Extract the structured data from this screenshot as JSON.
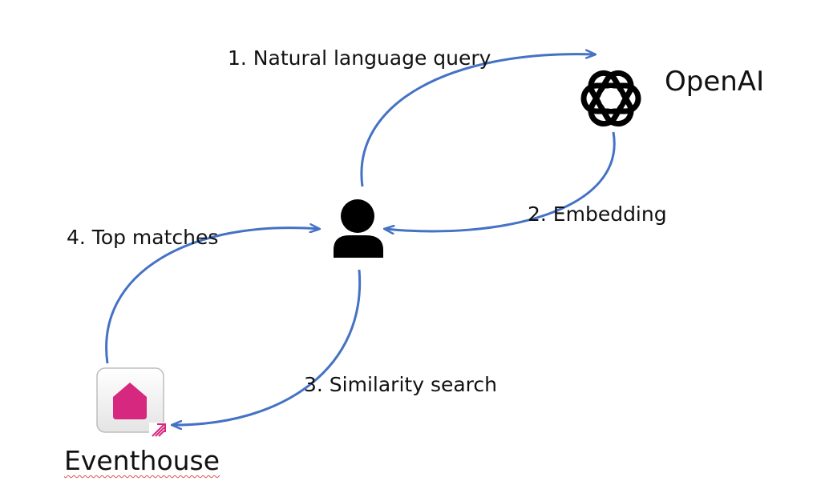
{
  "steps": {
    "query": "1. Natural language query",
    "embedding": "2. Embedding",
    "similarity": "3. Similarity search",
    "matches": "4. Top matches"
  },
  "nodes": {
    "openai": "OpenAI",
    "eventhouse": "Eventhouse"
  },
  "icons": {
    "user": "user-icon",
    "openai": "openai-logo",
    "eventhouse": "eventhouse-icon"
  },
  "colors": {
    "arrow": "#4472C4",
    "eventhouse_accent": "#D6287E",
    "text": "#111111"
  }
}
